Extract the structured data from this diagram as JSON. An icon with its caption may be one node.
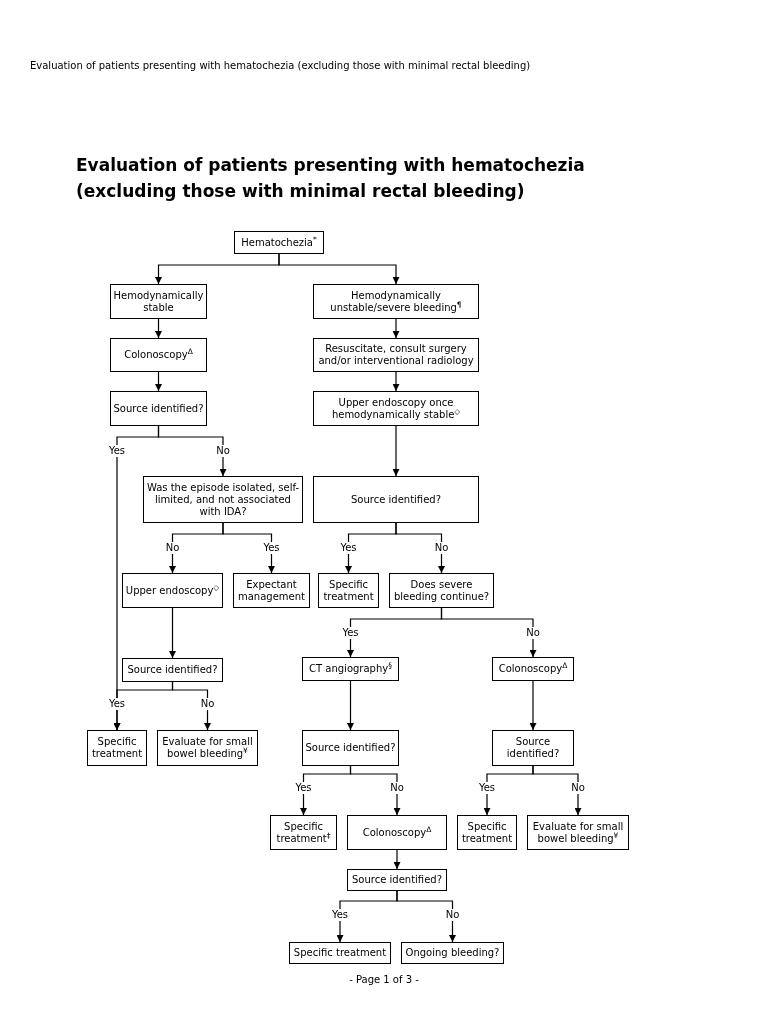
{
  "diagram": {
    "title": "Evaluation of patients presenting with hematochezia (excluding those with minimal rectal bleeding)",
    "nodes": [
      {
        "text": [
          "Hematochezia$^{*}$"
        ]
      },
      {
        "text": [
          "Hemodynamically stable"
        ]
      },
      {
        "text": [
          "Hemodynamically unstable/severe bleeding$^{¶}$"
        ]
      },
      {
        "text": [
          "Colonoscopy$^{Δ}$"
        ]
      },
      {
        "text": [
          "Resuscitate, consult surgery and/or interventional radiology"
        ]
      },
      {
        "text": [
          "Source identified?"
        ]
      },
      {
        "text": [
          "Upper endoscopy once hemodynamically stable$^{◇}$"
        ]
      },
      {
        "text": [
          "Was the episode isolated, self-limited, and not associated with IDA?"
        ]
      },
      {
        "text": [
          "Source identified?"
        ]
      },
      {
        "text": [
          "Upper endoscopy$^{◇}$"
        ]
      },
      {
        "text": [
          "Expectant management"
        ]
      },
      {
        "text": [
          "Specific treatment"
        ]
      },
      {
        "text": [
          "Does severe bleeding continue?"
        ]
      },
      {
        "text": [
          "Source identified?"
        ]
      },
      {
        "text": [
          "CT angiography$^{§}$"
        ]
      },
      {
        "text": [
          "Colonoscopy$^{Δ}$"
        ]
      },
      {
        "text": [
          "Specific treatment"
        ]
      },
      {
        "text": [
          "Evaluate for small bowel bleeding$^{¥}$"
        ]
      },
      {
        "text": [
          "Source identified?"
        ]
      },
      {
        "text": [
          "Source identified?"
        ]
      },
      {
        "text": [
          "Specific treatment$^{‡}$"
        ]
      },
      {
        "text": [
          "Colonoscopy$^{Δ}$"
        ]
      },
      {
        "text": [
          "Specific treatment"
        ]
      },
      {
        "text": [
          "Evaluate for small bowel bleeding$^{¥}$"
        ]
      },
      {
        "text": [
          "Source identified?"
        ]
      },
      {
        "text": [
          "Specific treatment"
        ]
      },
      {
        "text": [
          "Ongoing bleeding?"
        ]
      }
    ],
    "edges": [
      {
        "from": 0,
        "to": 1,
        "arrow": "to"
      },
      {
        "from": 0,
        "to": 2,
        "arrow": "to"
      },
      {
        "from": 1,
        "to": 3,
        "arrow": "to"
      },
      {
        "from": 2,
        "to": 4,
        "arrow": "to"
      },
      {
        "from": 3,
        "to": 5,
        "arrow": "to"
      },
      {
        "from": 4,
        "to": 6,
        "arrow": "to"
      },
      {
        "from": 5,
        "to": 16,
        "arrow": "to",
        "label": "Yes"
      },
      {
        "from": 5,
        "to": 7,
        "arrow": "to",
        "label": "No"
      },
      {
        "from": 6,
        "to": 8,
        "arrow": "to"
      },
      {
        "from": 7,
        "to": 9,
        "arrow": "to",
        "label": "No"
      },
      {
        "from": 7,
        "to": 10,
        "arrow": "to",
        "label": "Yes"
      },
      {
        "from": 8,
        "to": 11,
        "arrow": "to",
        "label": "Yes"
      },
      {
        "from": 8,
        "to": 12,
        "arrow": "to",
        "label": "No"
      },
      {
        "from": 9,
        "to": 13,
        "arrow": "to"
      },
      {
        "from": 12,
        "to": 14,
        "arrow": "to",
        "label": "Yes"
      },
      {
        "from": 12,
        "to": 15,
        "arrow": "to",
        "label": "No"
      },
      {
        "from": 13,
        "to": 16,
        "arrow": "to",
        "label": "Yes"
      },
      {
        "from": 13,
        "to": 17,
        "arrow": "to",
        "label": "No"
      },
      {
        "from": 14,
        "to": 18,
        "arrow": "to"
      },
      {
        "from": 15,
        "to": 19,
        "arrow": "to"
      },
      {
        "from": 18,
        "to": 20,
        "arrow": "to",
        "label": "Yes"
      },
      {
        "from": 18,
        "to": 21,
        "arrow": "to",
        "label": "No"
      },
      {
        "from": 19,
        "to": 22,
        "arrow": "to",
        "label": "Yes"
      },
      {
        "from": 19,
        "to": 23,
        "arrow": "to",
        "label": "No"
      },
      {
        "from": 21,
        "to": 24,
        "arrow": "to"
      },
      {
        "from": 24,
        "to": 25,
        "arrow": "to",
        "label": "Yes"
      },
      {
        "from": 24,
        "to": 26,
        "arrow": "to",
        "label": "No"
      }
    ],
    "labels": [
      "Evaluation of patients presenting with hematochezia (excluding those with minimal rectal bleeding)",
      "- Page 1 of 3 -"
    ]
  }
}
